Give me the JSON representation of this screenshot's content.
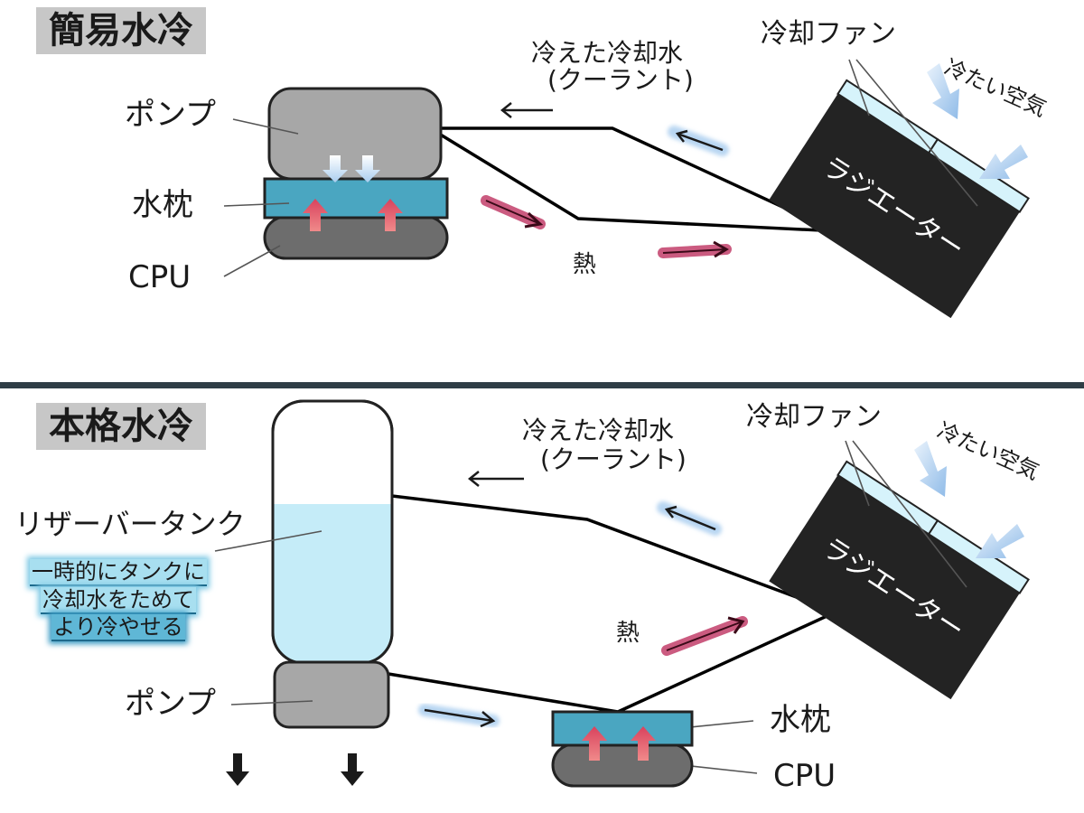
{
  "top": {
    "title": "簡易水冷",
    "labels": {
      "pump": "ポンプ",
      "waterblock": "水枕",
      "cpu": "CPU",
      "coolant_line1": "冷えた冷却水",
      "coolant_line2": "(クーラント)",
      "fan": "冷却ファン",
      "cold_air": "冷たい空気",
      "radiator": "ラジエーター",
      "heat": "熱"
    }
  },
  "bottom": {
    "title": "本格水冷",
    "labels": {
      "reservoir": "リザーバータンク",
      "note_line1": "一時的にタンクに",
      "note_line2": "冷却水をためて",
      "note_line3": "より冷やせる",
      "pump": "ポンプ",
      "waterblock": "水枕",
      "cpu": "CPU",
      "coolant_line1": "冷えた冷却水",
      "coolant_line2": "(クーラント)",
      "fan": "冷却ファン",
      "cold_air": "冷たい空気",
      "radiator": "ラジエーター",
      "heat": "熱"
    }
  },
  "colors": {
    "pump": "#a7a7a7",
    "cpu": "#6d6d6d",
    "waterblock": "#4aa6c1",
    "radiator": "#232323",
    "fan": "#d6f3fb",
    "reservoir_water": "#c5ecf8",
    "heat_arrow": "#c23f6a",
    "flow_arrow_glow": "#b8d6f2",
    "divider": "#2f3e46"
  }
}
